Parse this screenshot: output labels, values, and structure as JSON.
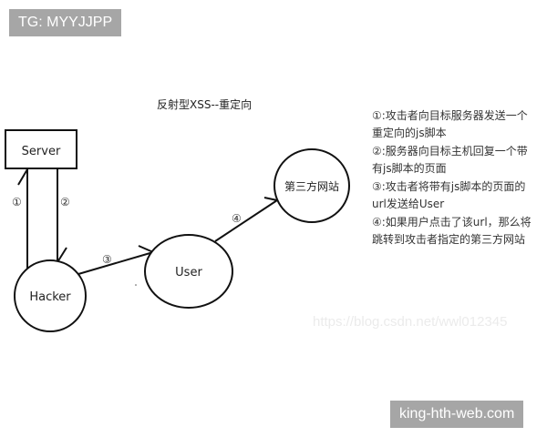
{
  "badges": {
    "top": "TG: MYYJJPP",
    "bottom": "king-hth-web.com"
  },
  "diagram": {
    "title": "反射型XSS--重定向",
    "nodes": {
      "server": "Server",
      "hacker": "Hacker",
      "user": "User",
      "third_party": "第三方网站"
    },
    "edges": {
      "step1": "①",
      "step2": "②",
      "step3": "③",
      "step4": "④"
    },
    "notes": [
      "①:攻击者向目标服务器发送一个重定向的js脚本",
      "②:服务器向目标主机回复一个带有js脚本的页面",
      "③:攻击者将带有js脚本的页面的url发送给User",
      "④:如果用户点击了该url，那么将跳转到攻击者指定的第三方网站"
    ],
    "watermark": "https://blog.csdn.net/wwl012345"
  },
  "colors": {
    "badge_bg": "#a6a6a6",
    "badge_text": "#ffffff",
    "stroke": "#111111",
    "watermark": "#ebebeb"
  }
}
